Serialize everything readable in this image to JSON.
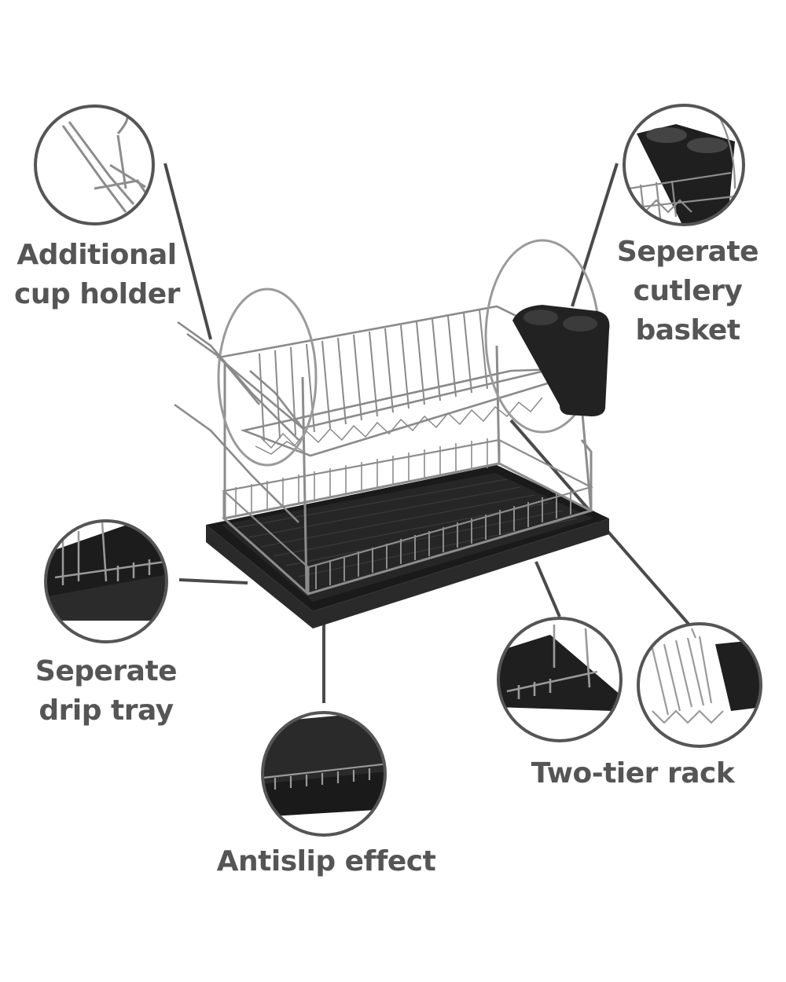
{
  "labels": {
    "cup_holder": [
      "Additional",
      "cup holder"
    ],
    "cutlery_basket": [
      "Seperate",
      "cutlery",
      "basket"
    ],
    "drip_tray": [
      "Seperate",
      "drip tray"
    ],
    "two_tier": [
      "Two-tier rack"
    ],
    "antislip": [
      "Antislip effect"
    ]
  },
  "colors": {
    "label_text": "#555555",
    "callout_ring": "#555555",
    "chrome": "#9a9a9a",
    "tray": "#1e1e1e"
  },
  "icons": {
    "cup_holder_detail": "cup-holder-detail-icon",
    "cutlery_detail": "cutlery-basket-detail-icon",
    "drip_detail": "drip-tray-detail-icon",
    "antislip_detail": "antislip-detail-icon",
    "two_tier_detail_a": "tray-edge-detail-icon",
    "two_tier_detail_b": "upper-rack-detail-icon"
  }
}
